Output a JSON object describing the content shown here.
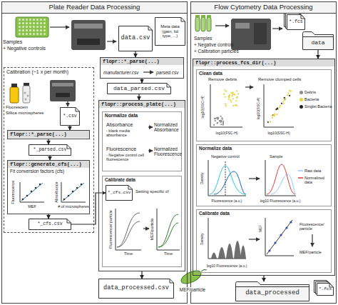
{
  "diagram": {
    "nodes": [
      {
        "text": [
          "Plate Reader Data Processing"
        ]
      },
      {
        "text": [
          "Flow Cytometry Data Processing"
        ]
      },
      {
        "text": [
          "data.csv"
        ],
        "in": 0
      },
      {
        "text": [
          "Meta data (gain, lid type, ...)"
        ],
        "in": 0
      },
      {
        "text": [
          "flopr::*_parse(...)",
          "manufacturer.csv",
          "parsed.csv"
        ],
        "in": 0
      },
      {
        "text": [
          "data_parsed.csv"
        ],
        "in": 0
      },
      {
        "text": [
          "Calibration (~1 x per month)"
        ],
        "in": 0
      },
      {
        "text": [
          "*.csv"
        ],
        "in": 6
      },
      {
        "text": [
          "flopr::*_parse(...)"
        ],
        "in": 6
      },
      {
        "text": [
          "*_parsed.csv"
        ],
        "in": 6
      },
      {
        "text": [
          "flopr::generate_cfs(...)",
          "Fit conversion factors (cfs)"
        ],
        "in": 6
      },
      {
        "text": [
          "*_cfs.csv"
        ],
        "in": 6
      },
      {
        "text": [
          "flopr::process_plate(...)"
        ],
        "in": 0
      },
      {
        "text": [
          "Normalize data",
          "Absorbance",
          "- blank media absorbance",
          "Normalized Absorbance",
          "Fluorescence",
          "- Negative control cell fluorescence",
          "Normalized Fluorescence"
        ],
        "in": 12
      },
      {
        "text": [
          "Calibrate data"
        ],
        "in": 12
      },
      {
        "text": [
          "*_cfs.csv"
        ],
        "in": 14
      },
      {
        "text": [
          "data_processed.csv"
        ],
        "in": 0
      },
      {
        "text": [
          "*.fcs"
        ],
        "in": 1
      },
      {
        "text": [
          "data"
        ],
        "in": 1
      },
      {
        "text": [
          "flopr::process_fcs_dir(...)"
        ],
        "in": 1
      },
      {
        "text": [
          "Clean data"
        ],
        "in": 19
      },
      {
        "text": [
          "Normalize data"
        ],
        "in": 19
      },
      {
        "text": [
          "Calibrate data"
        ],
        "in": 19
      },
      {
        "text": [
          "data_processed"
        ],
        "in": 1
      },
      {
        "text": [
          "*.fcs"
        ],
        "in": 1
      }
    ],
    "edges": [
      {
        "from": 2,
        "to": 4,
        "arrow": "to"
      },
      {
        "from": 4,
        "to": 5,
        "arrow": "to"
      },
      {
        "from": 5,
        "to": 12,
        "arrow": "to"
      },
      {
        "from": 7,
        "to": 8,
        "arrow": "to"
      },
      {
        "from": 8,
        "to": 9,
        "arrow": "to"
      },
      {
        "from": 9,
        "to": 10,
        "arrow": "to"
      },
      {
        "from": 10,
        "to": 11,
        "arrow": "to"
      },
      {
        "from": 11,
        "to": 15,
        "arrow": "to"
      },
      {
        "from": 12,
        "to": 16,
        "arrow": "to"
      },
      {
        "from": 18,
        "to": 19,
        "arrow": "to"
      },
      {
        "from": 19,
        "to": 23,
        "arrow": "to"
      }
    ],
    "labels": [
      "Samples",
      "+ Negative controls",
      "Fluorescein",
      "Sillica microspheres",
      "Fluorescence",
      "MEF",
      "Absorbance",
      "# of microspheres",
      "Setting specific cf",
      "Fluorescence/ particle",
      "Time",
      "MEF/particle",
      "Time",
      "MEF/particle",
      "Samples",
      "+ Negative controls",
      "+ Calibration particles",
      "Remove debris",
      "Remove clumped cells",
      "log10(SSC-H)",
      "log10(FSC-H)",
      "log10(SSC-A)",
      "log10(SSC-H)",
      "Negative control",
      "Sample",
      "Density",
      "Fluorescence (a.u.)",
      "log10 Fluorescence (a.u.)",
      "Density",
      "log10 Fluorescence (a.u.)",
      "MEF",
      "Fluorescence/ particle",
      "MEF/particle"
    ],
    "legend": [
      {
        "text": "Debris",
        "color": "#8c8c8c"
      },
      {
        "text": "Bacteria",
        "color": "#e6d23a"
      },
      {
        "text": "Singlet Bacteria",
        "color": "#222222"
      },
      {
        "text": "Raw data"
      },
      {
        "text": "Normalized data"
      }
    ]
  }
}
